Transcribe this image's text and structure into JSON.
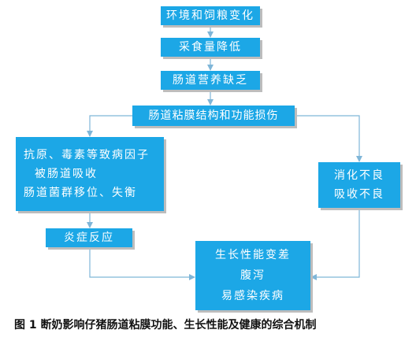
{
  "nodes": {
    "env_feed_change": "环境和饲粮变化",
    "feed_intake_drop": "采食量降低",
    "intestinal_nutrient_deficit": "肠道营养缺乏",
    "mucosa_damage": "肠道粘膜结构和功能损伤",
    "antigen_lines": [
      "抗原、毒素等致病因子",
      "被肠道吸收",
      "肠道菌群移位、失衡"
    ],
    "inflammation": "炎症反应",
    "digestion_lines": [
      "消化不良",
      "吸收不良"
    ],
    "outcome_lines": [
      "生长性能变差",
      "腹泻",
      "易感染疾病"
    ]
  },
  "caption": "图 1  断奶影响仔猪肠道粘膜功能、生长性能及健康的综合机制",
  "colors": {
    "box_fill": "#1ca7e6",
    "box_text": "#ffffff",
    "arrow": "#7fb6d8",
    "shadow": "#bdbdbd"
  }
}
